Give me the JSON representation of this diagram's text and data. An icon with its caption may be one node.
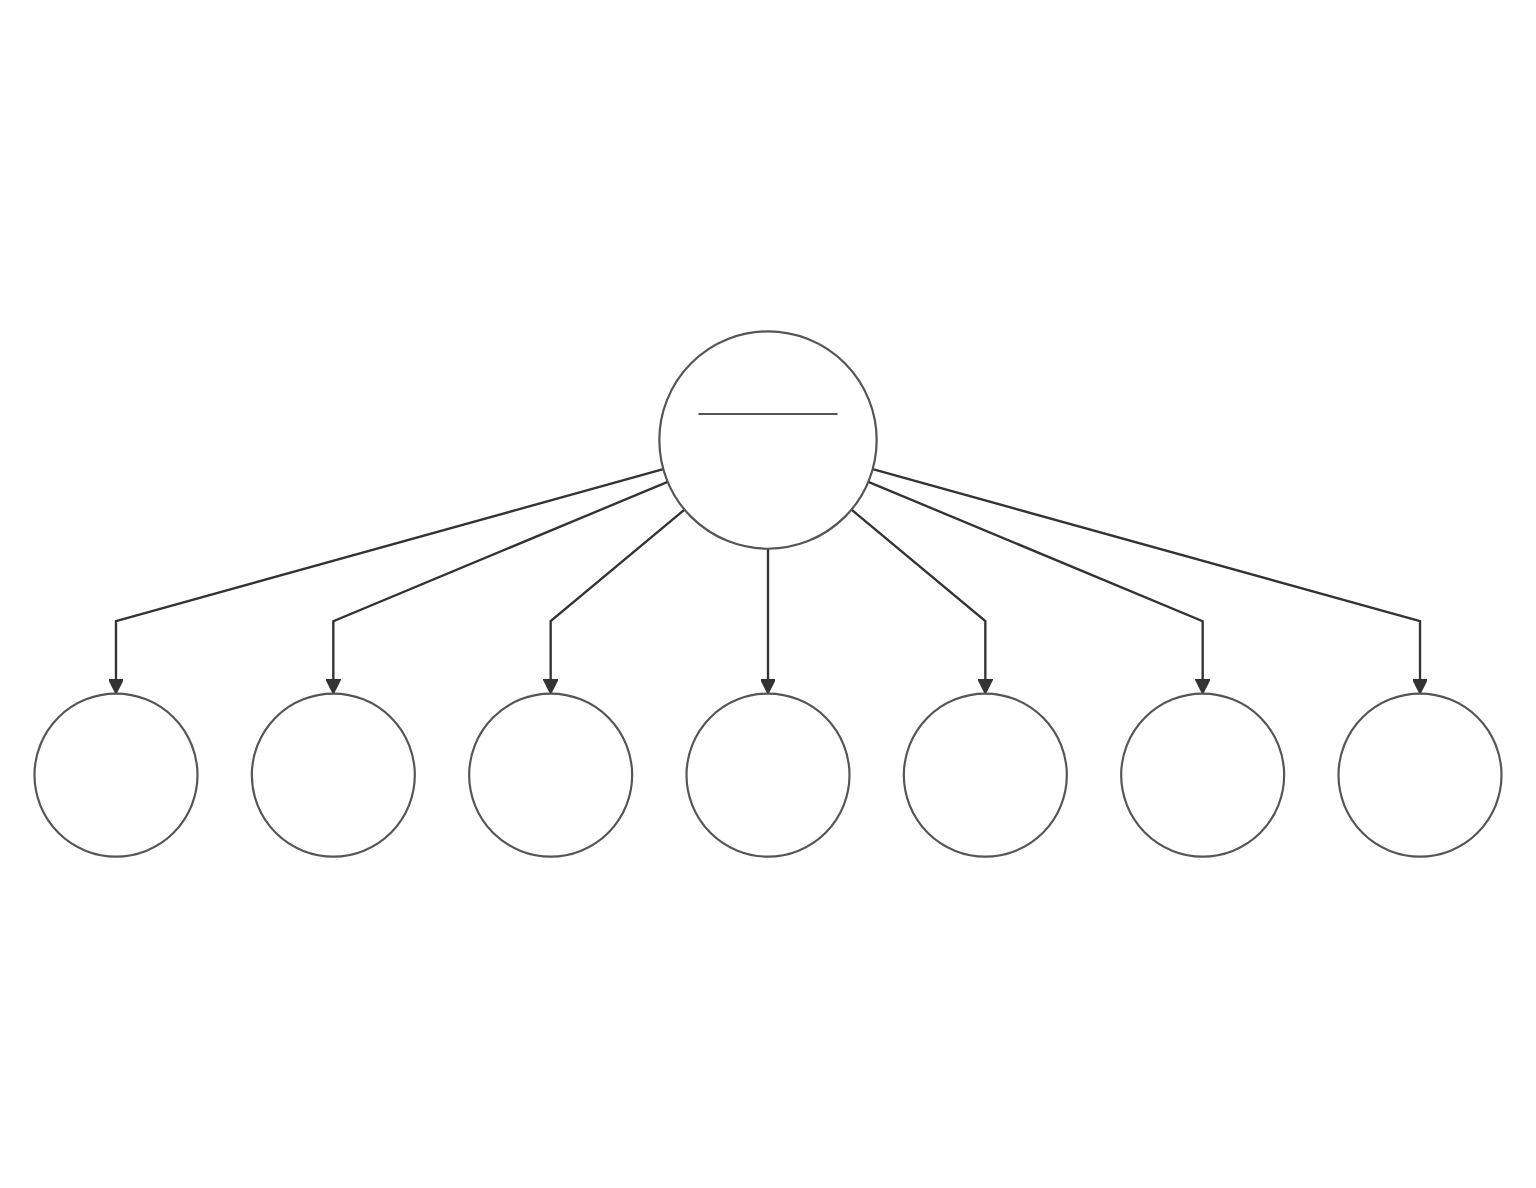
{
  "diagram": {
    "nodes": [
      {
        "text": [],
        "shape": "ellipse"
      },
      {
        "text": [],
        "shape": "ellipse"
      },
      {
        "text": [],
        "shape": "ellipse"
      },
      {
        "text": [],
        "shape": "ellipse"
      },
      {
        "text": [],
        "shape": "ellipse"
      },
      {
        "text": [],
        "shape": "ellipse"
      },
      {
        "text": [],
        "shape": "ellipse"
      },
      {
        "text": [],
        "shape": "ellipse"
      }
    ],
    "edges": [
      {
        "from": 2,
        "to": 0,
        "arrow": "to"
      },
      {
        "from": 2,
        "to": 1,
        "arrow": "to"
      },
      {
        "from": 2,
        "to": 3,
        "arrow": "to"
      },
      {
        "from": 2,
        "to": 4,
        "arrow": "to"
      },
      {
        "from": 2,
        "to": 5,
        "arrow": "to"
      },
      {
        "from": 2,
        "to": 6,
        "arrow": "to"
      },
      {
        "from": 2,
        "to": 7,
        "arrow": "to"
      }
    ]
  }
}
